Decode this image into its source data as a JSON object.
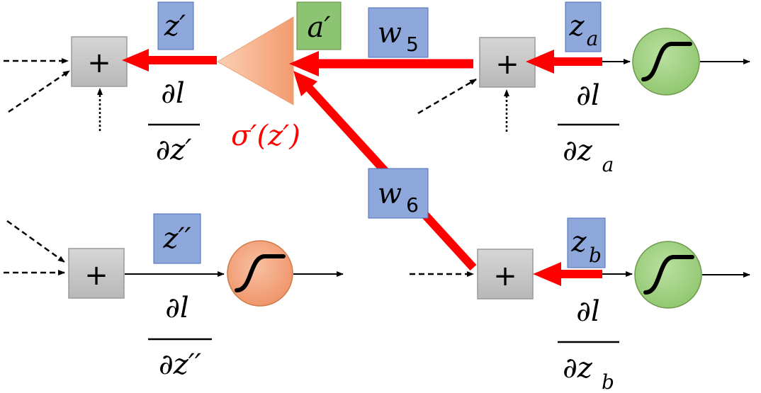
{
  "colors": {
    "backprop_arrow": "#ff0000",
    "sigma_label": "#ff0000",
    "weight_box": "#8fa8dc",
    "weight_box_border": "#4a6cb8",
    "activation_box": "#8cc474",
    "activation_box_border": "#5a8a3c",
    "adder_fill": "#c8c8c8",
    "adder_border": "#9a9a9a",
    "sigmoid_green": "#9ad07a",
    "sigmoid_orange": "#f4a582",
    "triangle_fill": "#f7b48e"
  },
  "adders": [
    {
      "id": "adder-z-prime",
      "symbol": "+"
    },
    {
      "id": "adder-z-a",
      "symbol": "+"
    },
    {
      "id": "adder-z-double-prime",
      "symbol": "+"
    },
    {
      "id": "adder-z-b",
      "symbol": "+"
    }
  ],
  "labels": {
    "z_prime": "z′",
    "a_prime": "a′",
    "w5_base": "w",
    "w5_sub": "5",
    "w6_base": "w",
    "w6_sub": "6",
    "z_a_base": "z",
    "z_a_sub": "a",
    "z_b_base": "z",
    "z_b_sub": "b",
    "z_double_prime": "z′′",
    "sigma_prime": "σ′(z′)"
  },
  "gradients": [
    {
      "id": "grad-z-prime",
      "numerator": "∂l",
      "denominator": "∂z′",
      "den_sub": ""
    },
    {
      "id": "grad-z-a",
      "numerator": "∂l",
      "denominator": "∂z",
      "den_sub": "a"
    },
    {
      "id": "grad-z-double-prime",
      "numerator": "∂l",
      "denominator": "∂z′′",
      "den_sub": ""
    },
    {
      "id": "grad-z-b",
      "numerator": "∂l",
      "denominator": "∂z",
      "den_sub": "b"
    }
  ]
}
